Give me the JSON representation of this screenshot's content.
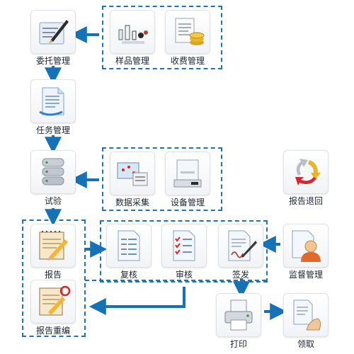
{
  "nodes": {
    "entrust": {
      "label": "委托管理"
    },
    "sample": {
      "label": "样品管理"
    },
    "charge": {
      "label": "收费管理"
    },
    "task": {
      "label": "任务管理"
    },
    "test": {
      "label": "试验"
    },
    "data_collect": {
      "label": "数据采集"
    },
    "equipment": {
      "label": "设备管理"
    },
    "report_return": {
      "label": "报告退回"
    },
    "report": {
      "label": "报告"
    },
    "recheck": {
      "label": "复核"
    },
    "audit": {
      "label": "审核"
    },
    "sign": {
      "label": "签发"
    },
    "supervise": {
      "label": "监督管理"
    },
    "report_edit": {
      "label": "报告重编"
    },
    "print": {
      "label": "打印"
    },
    "receive": {
      "label": "领取"
    }
  },
  "colors": {
    "arrow": "#1572b6",
    "dash": "#1d74b9",
    "accent_red": "#d6262b",
    "accent_yellow": "#e9b52b"
  }
}
